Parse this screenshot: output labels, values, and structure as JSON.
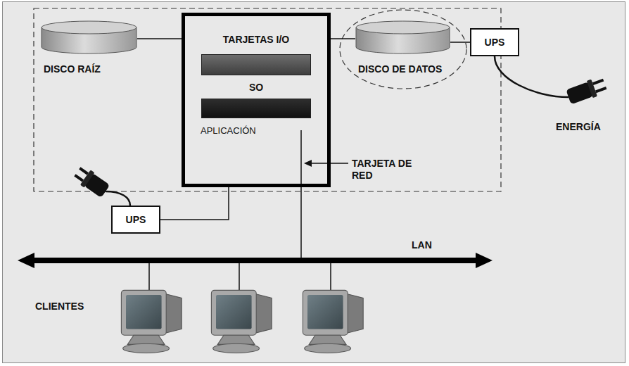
{
  "diagram": {
    "nodes": [
      {
        "text": [
          "DISCO RAÍZ"
        ]
      },
      {
        "text": [
          "TARJETAS I/O",
          "SO",
          "APLICACIÓN"
        ]
      },
      {
        "text": [
          "DISCO DE DATOS"
        ]
      },
      {
        "text": [
          "UPS"
        ]
      },
      {
        "text": [
          "UPS"
        ]
      },
      {
        "text": [
          "LAN"
        ]
      }
    ],
    "edges": [
      {
        "from": 0,
        "to": 1,
        "arrow": "none"
      },
      {
        "from": 1,
        "to": 2,
        "arrow": "none"
      },
      {
        "from": 3,
        "to": 2,
        "arrow": "none"
      },
      {
        "from": 4,
        "to": 1,
        "arrow": "none"
      },
      {
        "from": 1,
        "to": 5,
        "arrow": "none"
      }
    ],
    "labels": [
      "ENERGÍA",
      "TARJETA DE RED",
      "CLIENTES"
    ]
  }
}
